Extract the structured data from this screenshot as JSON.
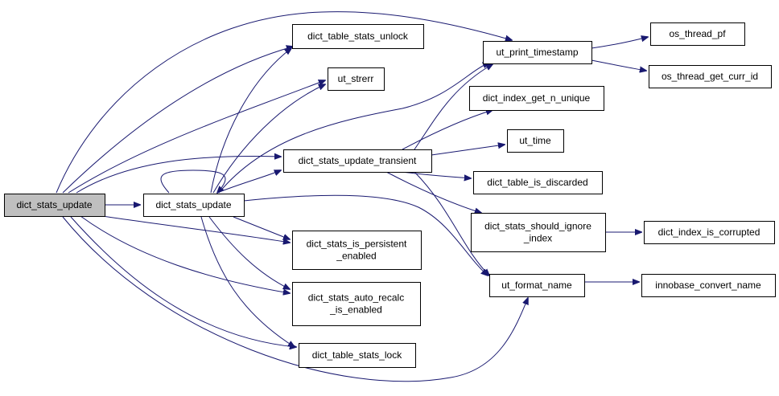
{
  "diagram": {
    "type": "call-graph",
    "edge_color": "#191970",
    "root_fill": "#bfbfbf",
    "nodes": [
      {
        "id": "root",
        "label": [
          "dict_stats_update"
        ],
        "root": true
      },
      {
        "id": "upd",
        "label": [
          "dict_stats_update"
        ]
      },
      {
        "id": "unlock",
        "label": [
          "dict_table_stats_unlock"
        ]
      },
      {
        "id": "strerr",
        "label": [
          "ut_strerr"
        ]
      },
      {
        "id": "trans",
        "label": [
          "dict_stats_update_transient"
        ]
      },
      {
        "id": "persist",
        "label": [
          "dict_stats_is_persistent",
          "_enabled"
        ]
      },
      {
        "id": "auto",
        "label": [
          "dict_stats_auto_recalc",
          "_is_enabled"
        ]
      },
      {
        "id": "lock",
        "label": [
          "dict_table_stats_lock"
        ]
      },
      {
        "id": "ts",
        "label": [
          "ut_print_timestamp"
        ]
      },
      {
        "id": "nuniq",
        "label": [
          "dict_index_get_n_unique"
        ]
      },
      {
        "id": "time",
        "label": [
          "ut_time"
        ]
      },
      {
        "id": "disc",
        "label": [
          "dict_table_is_discarded"
        ]
      },
      {
        "id": "ignore",
        "label": [
          "dict_stats_should_ignore",
          "_index"
        ]
      },
      {
        "id": "fmt",
        "label": [
          "ut_format_name"
        ]
      },
      {
        "id": "pf",
        "label": [
          "os_thread_pf"
        ]
      },
      {
        "id": "curr",
        "label": [
          "os_thread_get_curr_id"
        ]
      },
      {
        "id": "corrupt",
        "label": [
          "dict_index_is_corrupted"
        ]
      },
      {
        "id": "conv",
        "label": [
          "innobase_convert_name"
        ]
      }
    ],
    "edges": [
      {
        "from": "root",
        "to": "upd"
      },
      {
        "from": "root",
        "to": "ts"
      },
      {
        "from": "root",
        "to": "unlock"
      },
      {
        "from": "root",
        "to": "strerr"
      },
      {
        "from": "root",
        "to": "trans"
      },
      {
        "from": "root",
        "to": "persist"
      },
      {
        "from": "root",
        "to": "auto"
      },
      {
        "from": "root",
        "to": "lock"
      },
      {
        "from": "root",
        "to": "fmt"
      },
      {
        "from": "upd",
        "to": "upd"
      },
      {
        "from": "upd",
        "to": "unlock"
      },
      {
        "from": "upd",
        "to": "strerr"
      },
      {
        "from": "upd",
        "to": "trans"
      },
      {
        "from": "upd",
        "to": "ts"
      },
      {
        "from": "upd",
        "to": "persist"
      },
      {
        "from": "upd",
        "to": "auto"
      },
      {
        "from": "upd",
        "to": "lock"
      },
      {
        "from": "upd",
        "to": "fmt"
      },
      {
        "from": "trans",
        "to": "ts"
      },
      {
        "from": "trans",
        "to": "nuniq"
      },
      {
        "from": "trans",
        "to": "time"
      },
      {
        "from": "trans",
        "to": "disc"
      },
      {
        "from": "trans",
        "to": "ignore"
      },
      {
        "from": "trans",
        "to": "fmt"
      },
      {
        "from": "ts",
        "to": "pf"
      },
      {
        "from": "ts",
        "to": "curr"
      },
      {
        "from": "ignore",
        "to": "corrupt"
      },
      {
        "from": "fmt",
        "to": "conv"
      }
    ]
  }
}
